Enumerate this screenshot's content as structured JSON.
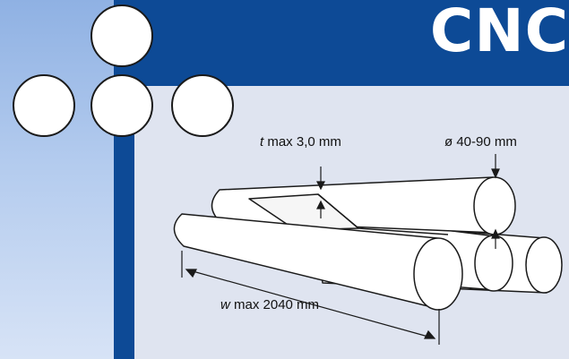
{
  "brand": {
    "title": "CNC"
  },
  "diagram": {
    "thickness": {
      "var": "t",
      "text": "max 3,0 mm"
    },
    "diameter": {
      "text": "ø 40-90 mm"
    },
    "width": {
      "var": "w",
      "text": "max 2040 mm"
    }
  },
  "colors": {
    "brand_blue": "#0d4a96",
    "left_panel": "#a8c3eb",
    "content_bg": "#dfe4f0"
  }
}
